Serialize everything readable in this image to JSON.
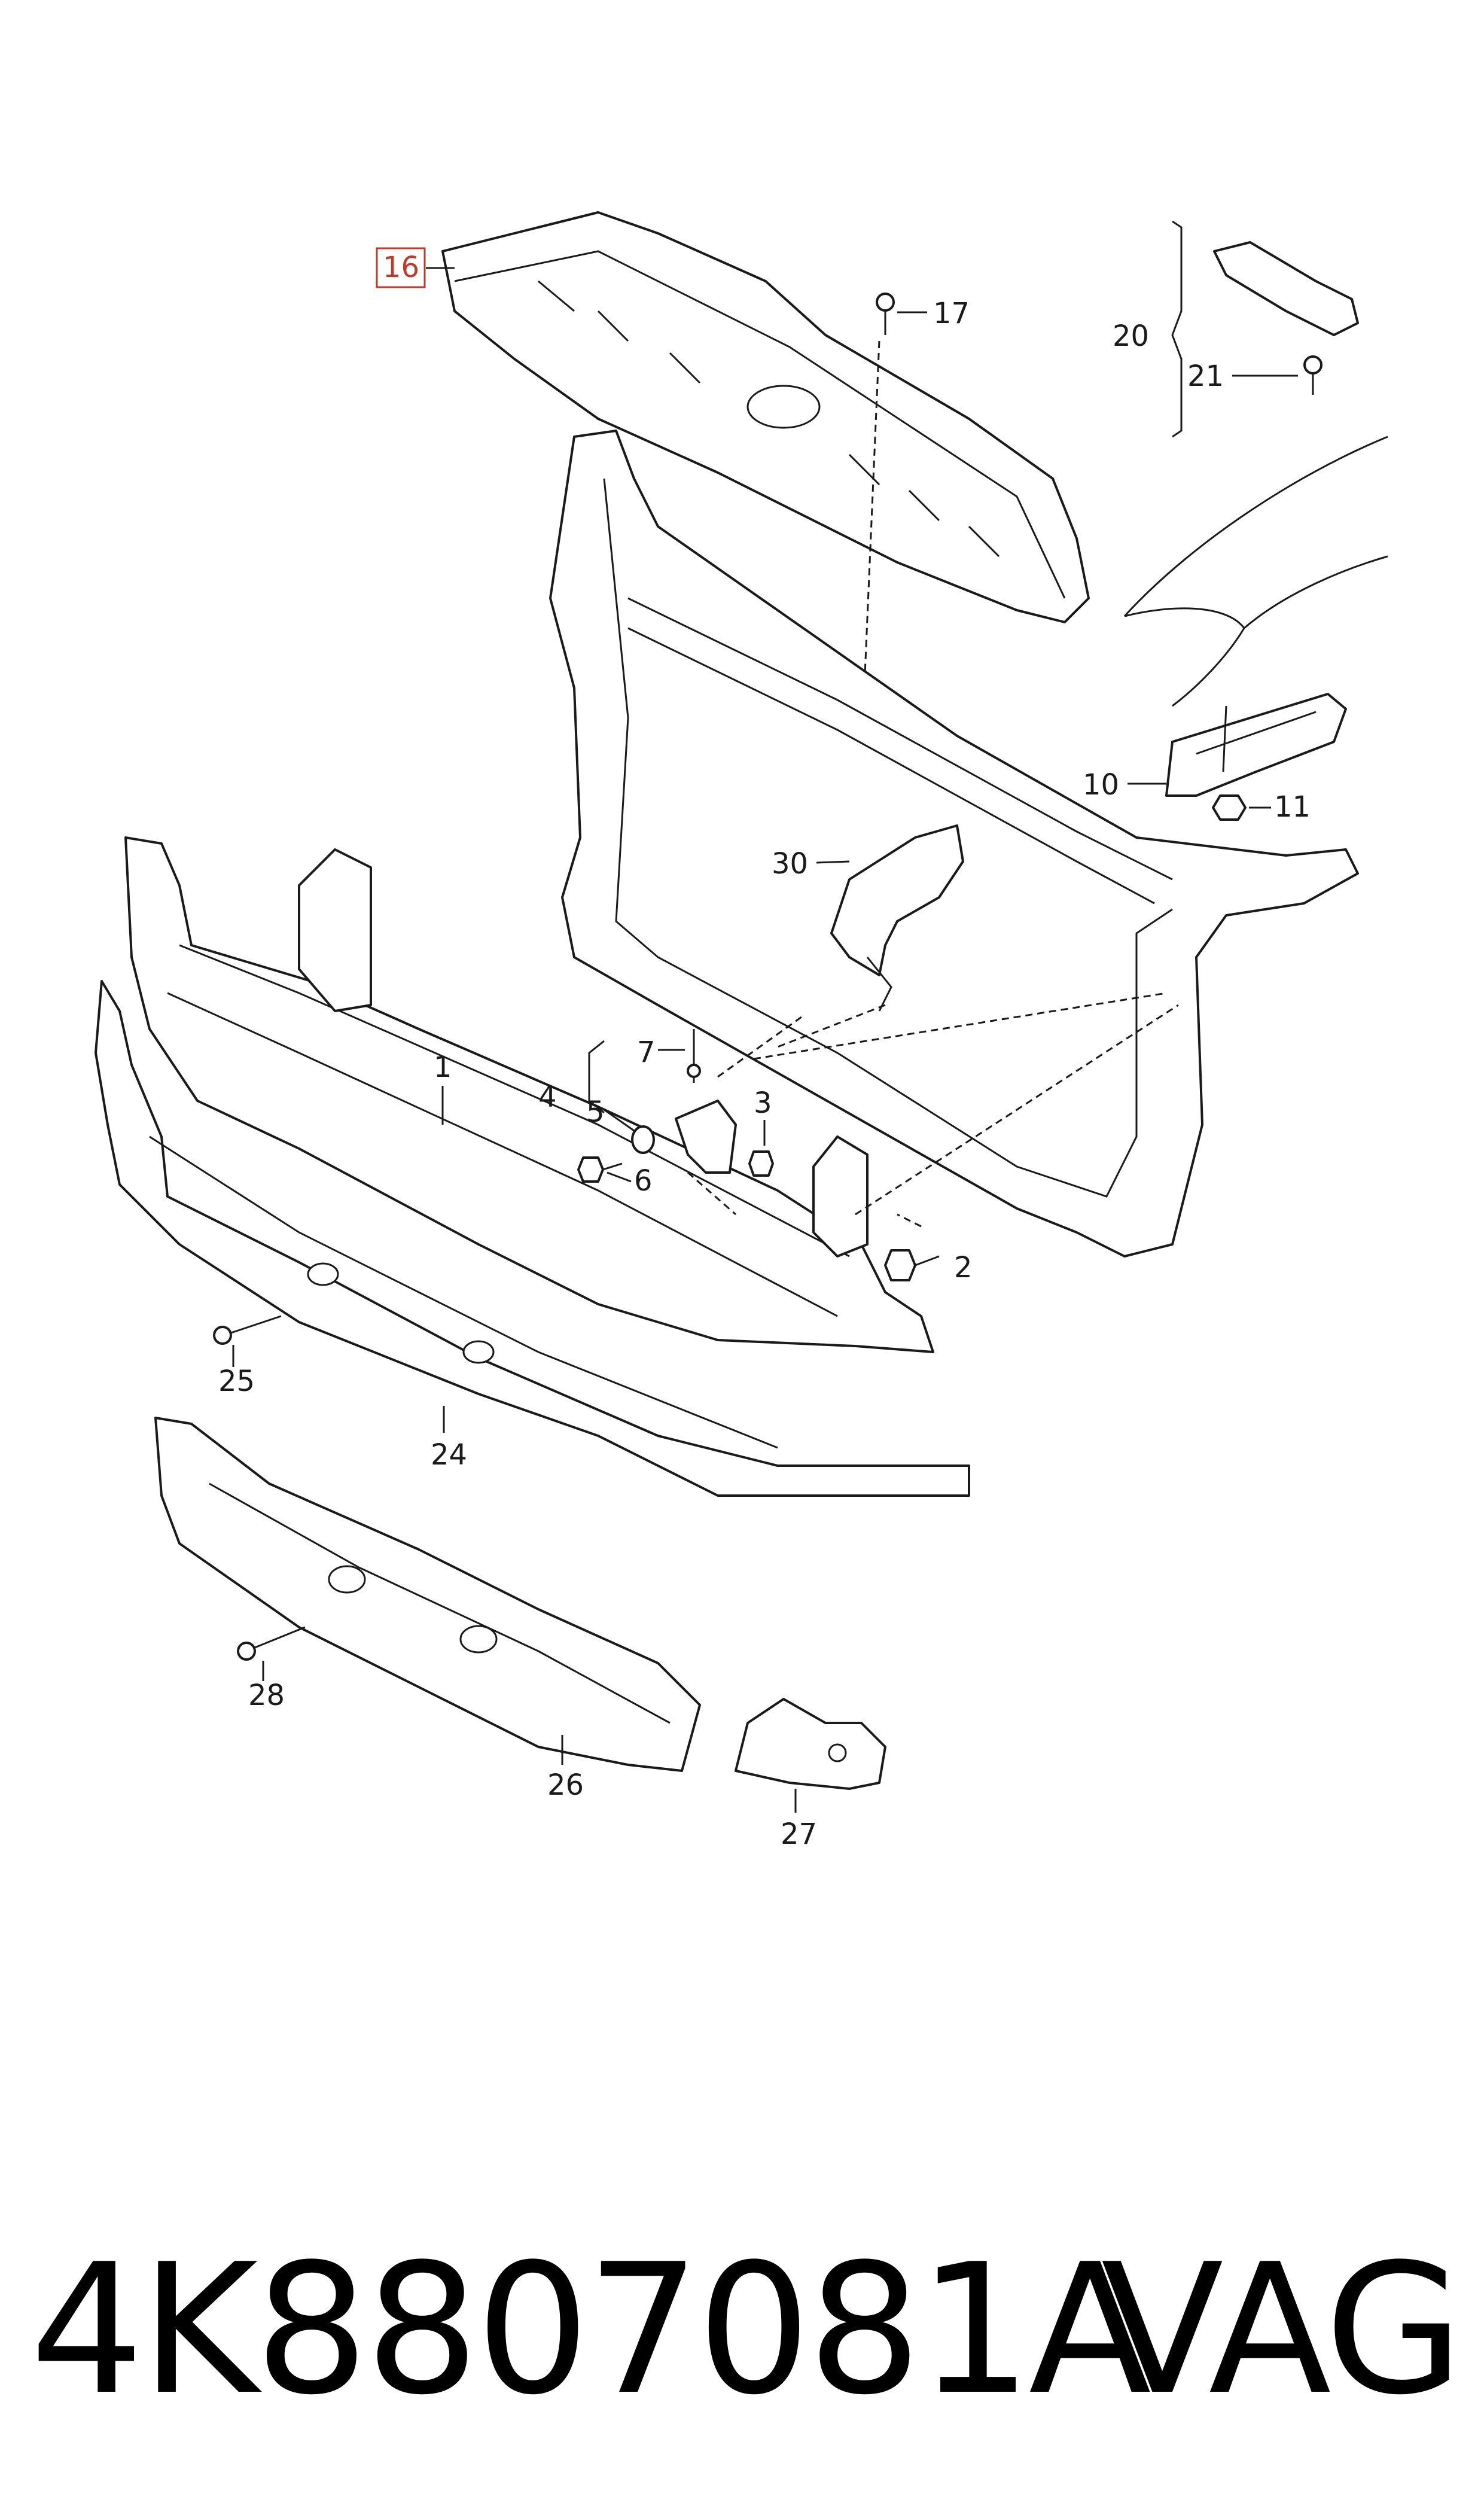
{
  "labels": {
    "l1": "1",
    "l2": "2",
    "l3": "3",
    "l4": "4",
    "l5": "5",
    "l6": "6",
    "l7": "7",
    "l10": "10",
    "l11": "11",
    "l16": "16",
    "l17": "17",
    "l20": "20",
    "l21": "21",
    "l24": "24",
    "l25": "25",
    "l26": "26",
    "l27": "27",
    "l28": "28",
    "l30": "30"
  },
  "highlight": {
    "label": "16",
    "color": "#c0392b"
  },
  "footer": {
    "part_number": "4K8807081A",
    "brand": "VAG"
  }
}
